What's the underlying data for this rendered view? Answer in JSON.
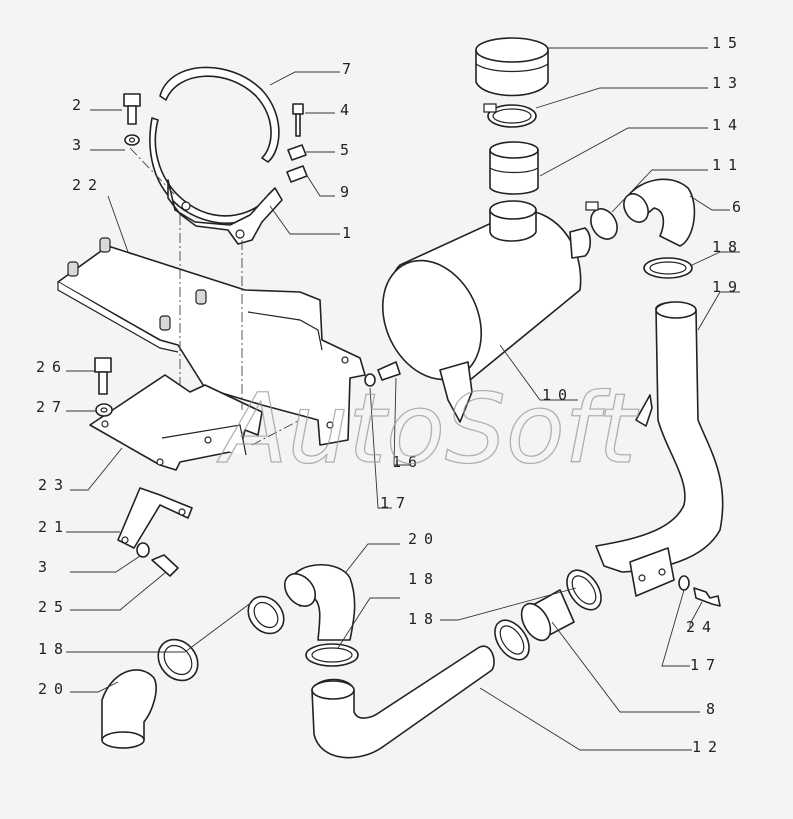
{
  "watermark": "AutoSoft",
  "callouts": [
    {
      "id": "c15",
      "text": "15"
    },
    {
      "id": "c13",
      "text": "13"
    },
    {
      "id": "c14",
      "text": "14"
    },
    {
      "id": "c11",
      "text": "11"
    },
    {
      "id": "c6",
      "text": "6"
    },
    {
      "id": "c18a",
      "text": "18"
    },
    {
      "id": "c19",
      "text": "19"
    },
    {
      "id": "c10",
      "text": "10"
    },
    {
      "id": "c7",
      "text": "7"
    },
    {
      "id": "c2",
      "text": "2"
    },
    {
      "id": "c4",
      "text": "4"
    },
    {
      "id": "c3a",
      "text": "3"
    },
    {
      "id": "c5",
      "text": "5"
    },
    {
      "id": "c22",
      "text": "22"
    },
    {
      "id": "c9",
      "text": "9"
    },
    {
      "id": "c1",
      "text": "1"
    },
    {
      "id": "c26",
      "text": "26"
    },
    {
      "id": "c27",
      "text": "27"
    },
    {
      "id": "c16",
      "text": "16"
    },
    {
      "id": "c23",
      "text": "23"
    },
    {
      "id": "c17a",
      "text": "17"
    },
    {
      "id": "c21",
      "text": "21"
    },
    {
      "id": "c3b",
      "text": "3"
    },
    {
      "id": "c25",
      "text": "25"
    },
    {
      "id": "c20a",
      "text": "20"
    },
    {
      "id": "c18b",
      "text": "18"
    },
    {
      "id": "c18c",
      "text": "18"
    },
    {
      "id": "c18d",
      "text": "18"
    },
    {
      "id": "c24",
      "text": "24"
    },
    {
      "id": "c17b",
      "text": "17"
    },
    {
      "id": "c20b",
      "text": "20"
    },
    {
      "id": "c8",
      "text": "8"
    },
    {
      "id": "c12",
      "text": "12"
    }
  ]
}
